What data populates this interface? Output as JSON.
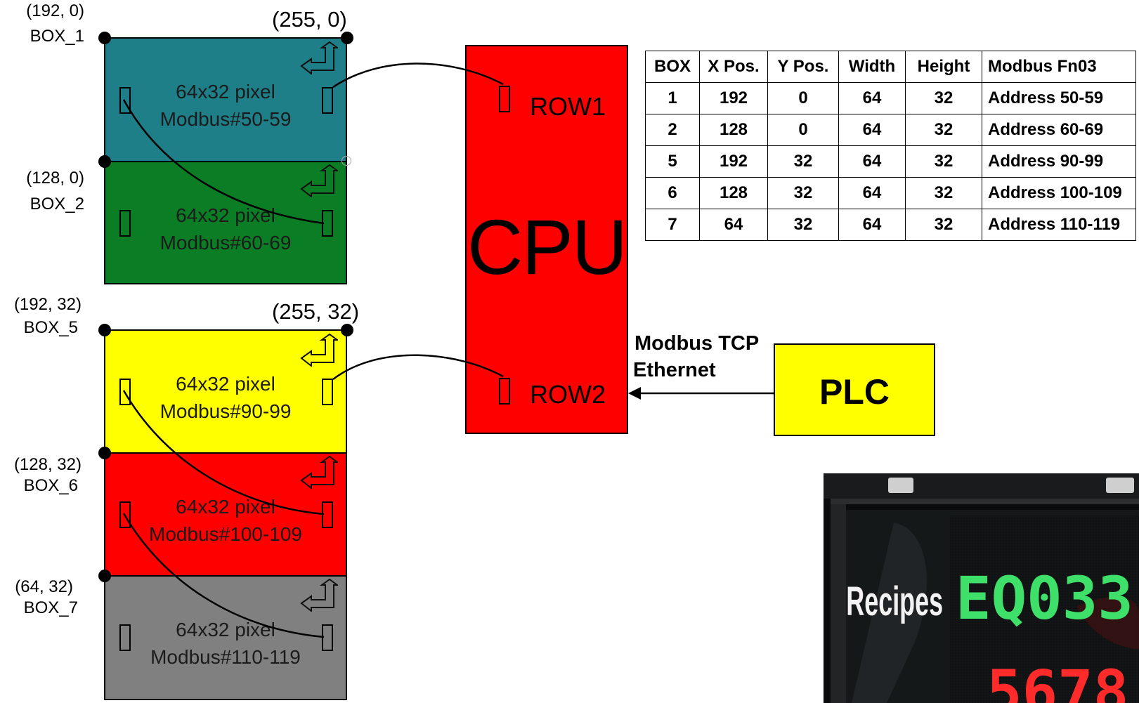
{
  "coords": {
    "box1_top_left": "(192, 0)",
    "box1_top_right": "(255, 0)",
    "box2_top_left": "(128, 0)",
    "box5_top_left": "(192, 32)",
    "box5_top_right": "(255, 32)",
    "box6_top_left": "(128, 32)",
    "box7_top_left": "(64, 32)"
  },
  "boxes": [
    {
      "name": "BOX_1",
      "line1": "64x32 pixel",
      "line2": "Modbus#50-59",
      "color": "#1e7f88"
    },
    {
      "name": "BOX_2",
      "line1": "64x32 pixel",
      "line2": "Modbus#60-69",
      "color": "#0b7e25"
    },
    {
      "name": "BOX_5",
      "line1": "64x32 pixel",
      "line2": "Modbus#90-99",
      "color": "#ffff00"
    },
    {
      "name": "BOX_6",
      "line1": "64x32 pixel",
      "line2": "Modbus#100-109",
      "color": "#ff0000"
    },
    {
      "name": "BOX_7",
      "line1": "64x32 pixel",
      "line2": "Modbus#110-119",
      "color": "#808080"
    }
  ],
  "cpu": {
    "label": "CPU",
    "row1": "ROW1",
    "row2": "ROW2",
    "color": "#ff0000"
  },
  "plc": {
    "label": "PLC",
    "color": "#ffff00"
  },
  "network": {
    "line1": "Modbus TCP",
    "line2": "Ethernet"
  },
  "table": {
    "headers": [
      "BOX",
      "X Pos.",
      "Y Pos.",
      "Width",
      "Height",
      "Modbus Fn03"
    ],
    "rows": [
      [
        "1",
        "192",
        "0",
        "64",
        "32",
        "Address 50-59"
      ],
      [
        "2",
        "128",
        "0",
        "64",
        "32",
        "Address 60-69"
      ],
      [
        "5",
        "192",
        "32",
        "64",
        "32",
        "Address 90-99"
      ],
      [
        "6",
        "128",
        "32",
        "64",
        "32",
        "Address 100-109"
      ],
      [
        "7",
        "64",
        "32",
        "64",
        "32",
        "Address 110-119"
      ]
    ]
  },
  "photo": {
    "text_white": "Recipes",
    "text_green": "EQ033",
    "text_red": "5678",
    "green_color": "#3ee06a",
    "red_color": "#ff2b2b"
  }
}
